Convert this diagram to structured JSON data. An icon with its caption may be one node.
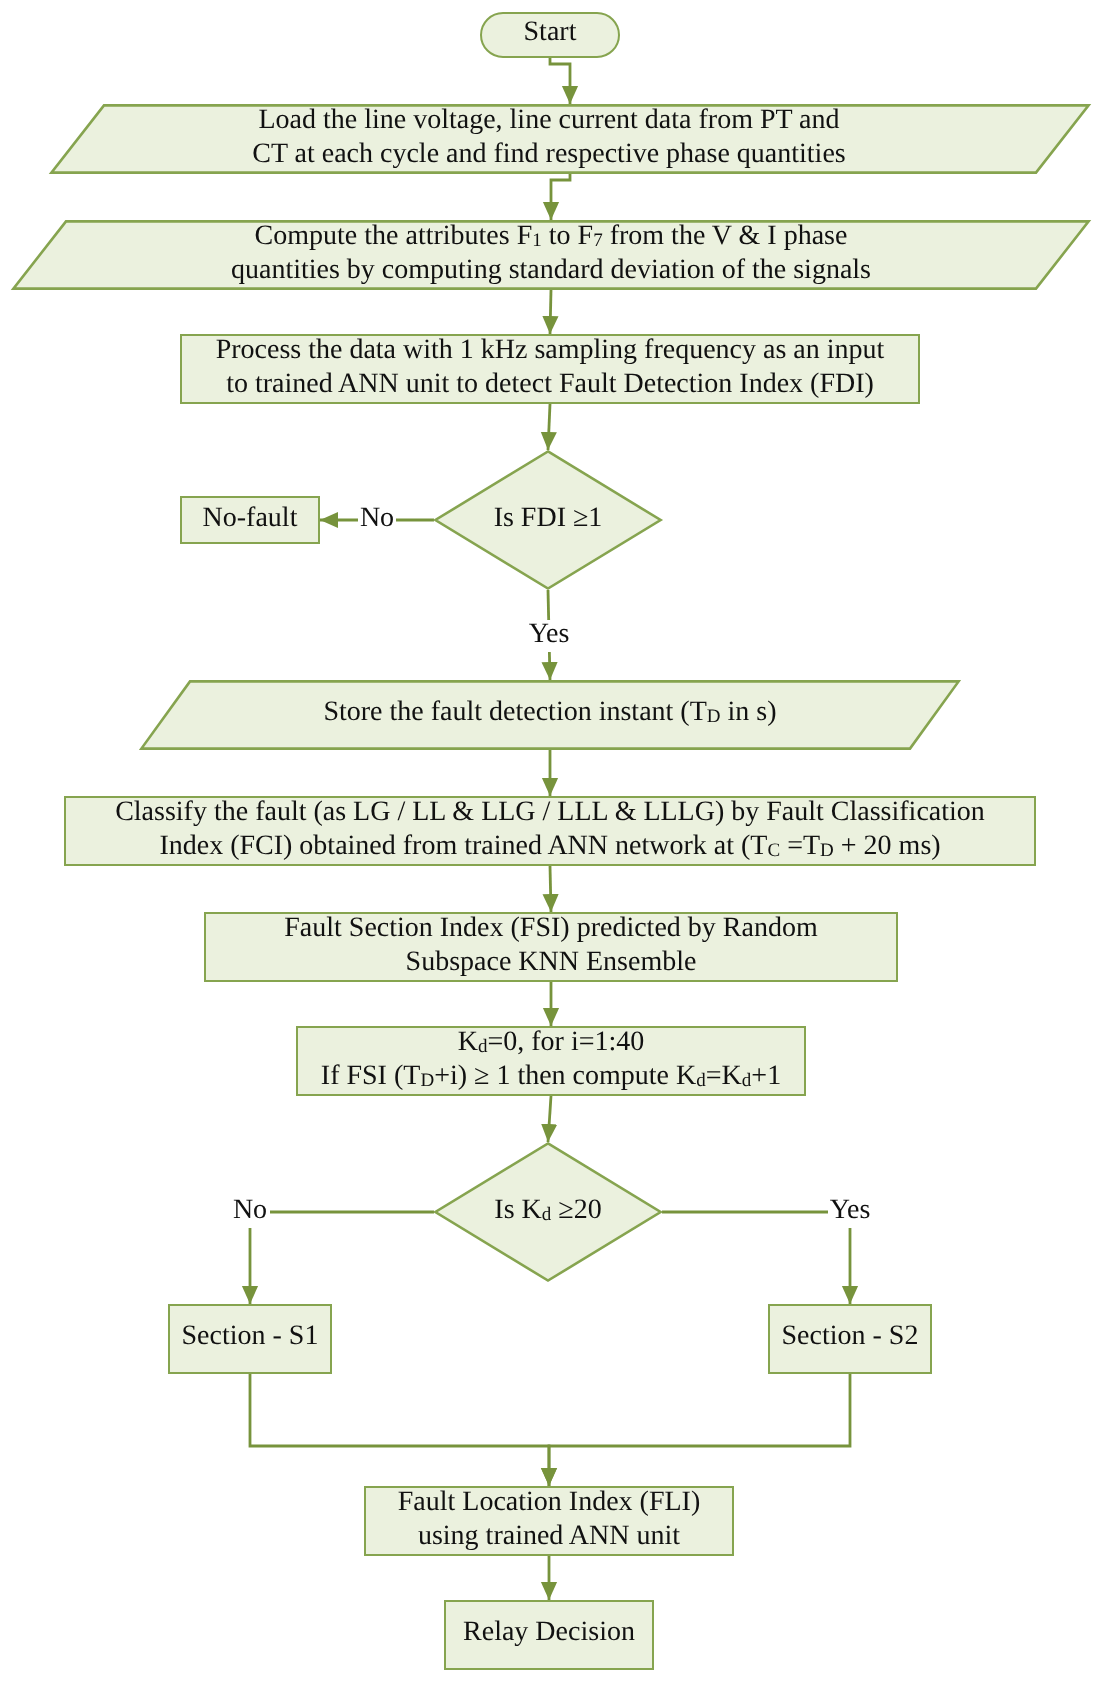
{
  "diagram": {
    "nodes": [
      {
        "text": [
          "Start"
        ]
      },
      {
        "text": [
          "Load the line voltage, line current data from PT and CT at each cycle and find respective phase quantities"
        ]
      },
      {
        "text": [
          "Compute the attributes F$_{1}$ to F$_{7}$ from the V & I phase quantities by computing standard deviation of the signals"
        ]
      },
      {
        "text": [
          "Process the data with 1 kHz sampling frequency as an input to trained ANN unit to detect Fault Detection Index (FDI)"
        ]
      },
      {
        "text": [
          "Is FDI ≥1"
        ]
      },
      {
        "text": [
          "No-fault"
        ]
      },
      {
        "text": [
          "Store the fault detection instant (T$_{D}$ in s)"
        ]
      },
      {
        "text": [
          "Classify the fault (as LG / LL & LLG / LLL & LLLG) by Fault Classification Index (FCI) obtained from trained ANN network at (T$_{C}$ =T$_{D}$ + 20 ms)"
        ]
      },
      {
        "text": [
          "Fault Section Index (FSI) predicted by Random Subspace KNN Ensemble"
        ]
      },
      {
        "text": [
          "K$_{d}$=0, for i=1:40",
          "If FSI (T$_{D}$+i) ≥ 1 then compute K$_{d}$=K$_{d}$+1"
        ]
      },
      {
        "text": [
          "Is K$_{d}$ ≥20"
        ]
      },
      {
        "text": [
          "Section - S1"
        ]
      },
      {
        "text": [
          "Section - S2"
        ]
      },
      {
        "text": [
          "Fault Location Index (FLI) using trained ANN unit"
        ]
      },
      {
        "text": [
          "Relay Decision"
        ]
      }
    ],
    "edges": [
      {
        "from": 0,
        "to": 1,
        "arrow": "to"
      },
      {
        "from": 1,
        "to": 2,
        "arrow": "to"
      },
      {
        "from": 2,
        "to": 3,
        "arrow": "to"
      },
      {
        "from": 3,
        "to": 4,
        "arrow": "to"
      },
      {
        "from": 4,
        "to": 5,
        "arrow": "to",
        "label": "No"
      },
      {
        "from": 4,
        "to": 6,
        "arrow": "to",
        "label": "Yes"
      },
      {
        "from": 6,
        "to": 7,
        "arrow": "to"
      },
      {
        "from": 7,
        "to": 8,
        "arrow": "to"
      },
      {
        "from": 8,
        "to": 9,
        "arrow": "to"
      },
      {
        "from": 9,
        "to": 10,
        "arrow": "to"
      },
      {
        "from": 10,
        "to": 11,
        "arrow": "to",
        "label": "No"
      },
      {
        "from": 10,
        "to": 12,
        "arrow": "to",
        "label": "Yes"
      },
      {
        "from": 11,
        "to": 13,
        "arrow": "to"
      },
      {
        "from": 12,
        "to": 13,
        "arrow": "to"
      },
      {
        "from": 13,
        "to": 14,
        "arrow": "to"
      }
    ]
  }
}
